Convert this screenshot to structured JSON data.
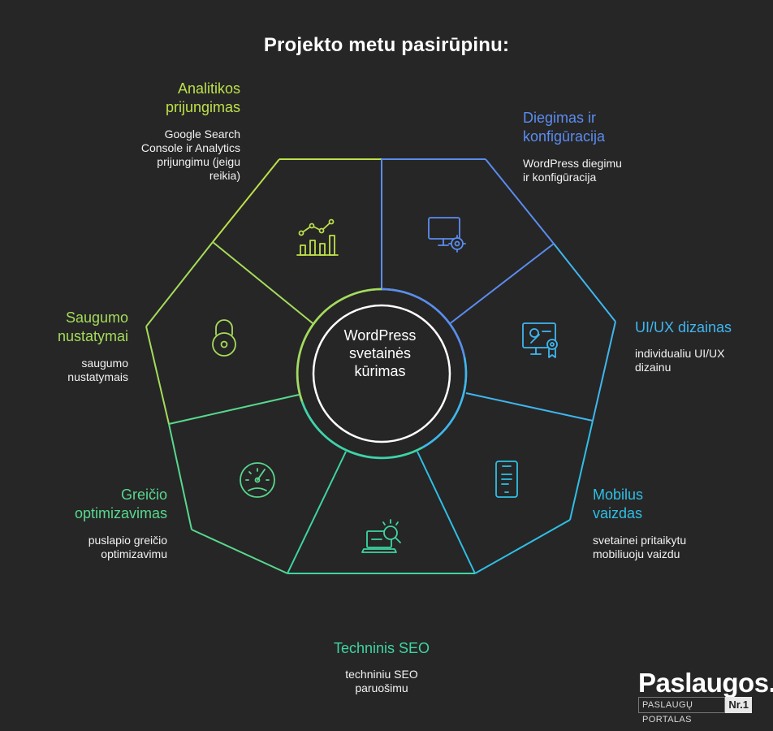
{
  "title": "Projekto metu pasirūpinu:",
  "center": {
    "line1": "WordPress",
    "line2": "svetainės",
    "line3": "kūrimas"
  },
  "segments": [
    {
      "key": "diegimas",
      "title": [
        "Diegimas ir",
        "konfigūracija"
      ],
      "desc": [
        "WordPress diegimu",
        "ir konfigūracija"
      ],
      "color": "#5b8cf0",
      "icon": "monitor-gear-icon"
    },
    {
      "key": "uiux",
      "title": [
        "UI/UX dizainas"
      ],
      "desc": [
        "individualiu UI/UX",
        "dizainu"
      ],
      "color": "#3fb6ef",
      "icon": "design-certificate-icon"
    },
    {
      "key": "mobilus",
      "title": [
        "Mobilus",
        "vaizdas"
      ],
      "desc": [
        "svetainei pritaikytu",
        "mobiliuoju vaizdu"
      ],
      "color": "#2fbfe6",
      "icon": "smartphone-icon"
    },
    {
      "key": "seo",
      "title": [
        "Techninis SEO"
      ],
      "desc": [
        "techniniu SEO",
        "paruošimu"
      ],
      "color": "#3ed5a3",
      "icon": "laptop-search-icon"
    },
    {
      "key": "greicio",
      "title": [
        "Greičio",
        "optimizavimas"
      ],
      "desc": [
        "puslapio greičio",
        "optimizavimu"
      ],
      "color": "#58d88e",
      "icon": "speedometer-icon"
    },
    {
      "key": "saugumo",
      "title": [
        "Saugumo",
        "nustatymai"
      ],
      "desc": [
        "saugumo",
        "nustatymais"
      ],
      "color": "#a5dc5a",
      "icon": "padlock-icon"
    },
    {
      "key": "analitikos",
      "title": [
        "Analitikos",
        "prijungimas"
      ],
      "desc": [
        "Google Search",
        "Console ir Analytics",
        "prijungimu (jeigu",
        "reikia)"
      ],
      "color": "#bde04a",
      "icon": "analytics-chart-icon"
    }
  ],
  "logo": {
    "main": "Paslaugos.lt",
    "sub": "PASLAUGŲ PORTALAS",
    "badge": "Nr.1"
  }
}
